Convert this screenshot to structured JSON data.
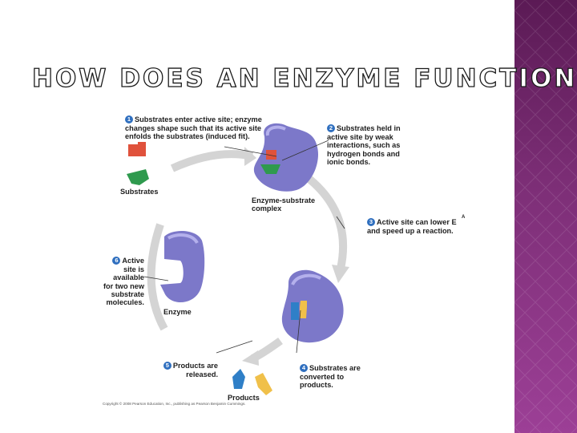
{
  "slide": {
    "title": "HOW DOES AN ENZYME FUNCTION?",
    "accent_color": "#7e2f78"
  },
  "diagram": {
    "steps": [
      {
        "number": "1",
        "text": "Substrates enter active site; enzyme\nchanges shape such that its active site\nenfolds the substrates (induced fit)."
      },
      {
        "number": "2",
        "text": "Substrates held in\nactive site by weak\ninteractions, such as\nhydrogen bonds and\nionic bonds."
      },
      {
        "number": "3",
        "text": "Active site can lower E\nand speed up a reaction.",
        "subscript": "A"
      },
      {
        "number": "4",
        "text": "Substrates are\nconverted to\nproducts."
      },
      {
        "number": "5",
        "text": "Products are\nreleased."
      },
      {
        "number": "6",
        "text": "Active\nsite is\navailable\nfor two new\nsubstrate\nmolecules."
      }
    ],
    "labels": {
      "substrates": "Substrates",
      "complex": "Enzyme-substrate\ncomplex",
      "enzyme": "Enzyme",
      "products": "Products"
    },
    "copyright": "Copyright © 2008 Pearson Education, Inc., publishing as Pearson Benjamin Cummings.",
    "colors": {
      "enzyme": "#7c78c9",
      "substrate_red": "#e0523c",
      "substrate_green": "#2f9a4e",
      "product_blue": "#2f7fc7",
      "product_yellow": "#f0c04a",
      "cycle_arrow": "#d4d4d4",
      "step_number": "#2f6fbf"
    }
  }
}
